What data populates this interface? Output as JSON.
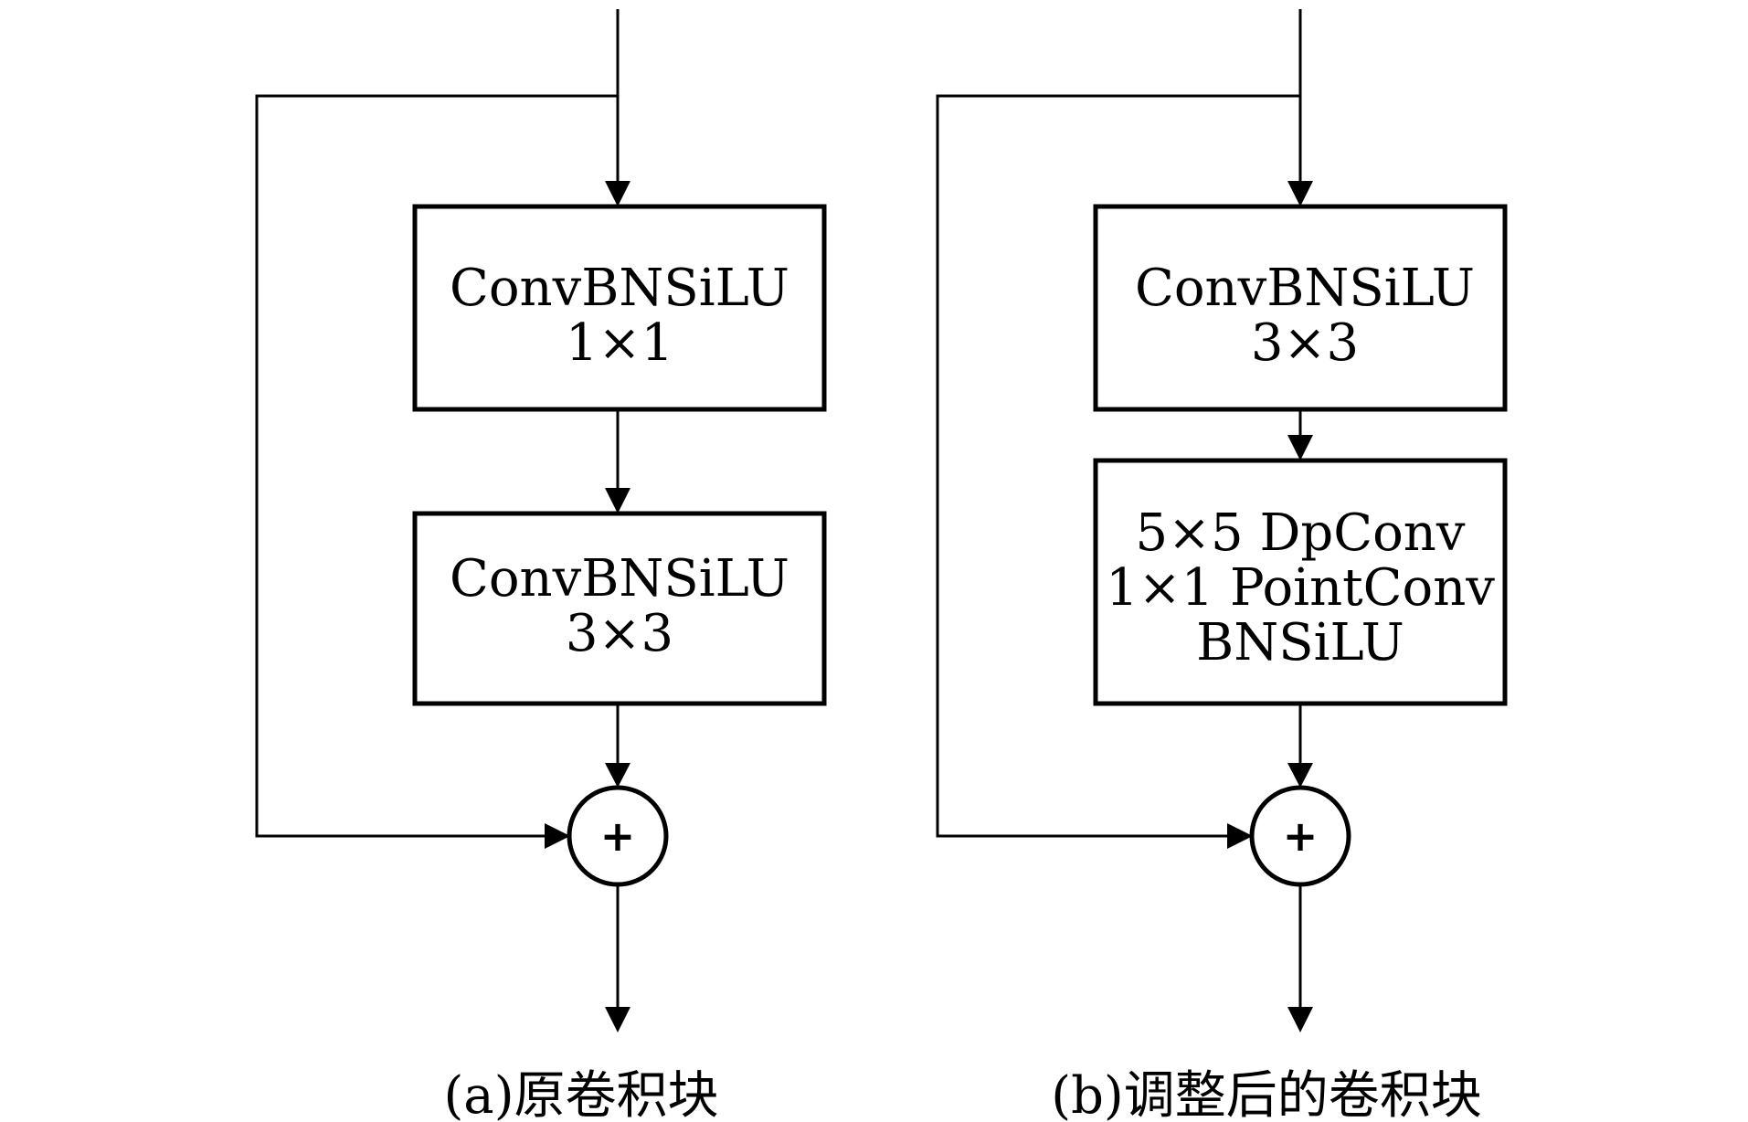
{
  "panel_a": {
    "block1": {
      "line1": "ConvBNSiLU",
      "line2": "1×1"
    },
    "block2": {
      "line1": "ConvBNSiLU",
      "line2": "3×3"
    },
    "add_symbol": "+",
    "caption": "(a)原卷积块"
  },
  "panel_b": {
    "block1": {
      "line1": "ConvBNSiLU",
      "line2": "3×3"
    },
    "block2": {
      "line1": "5×5 DpConv",
      "line2": "1×1 PointConv",
      "line3": "BNSiLU"
    },
    "add_symbol": "+",
    "caption": "(b)调整后的卷积块"
  }
}
